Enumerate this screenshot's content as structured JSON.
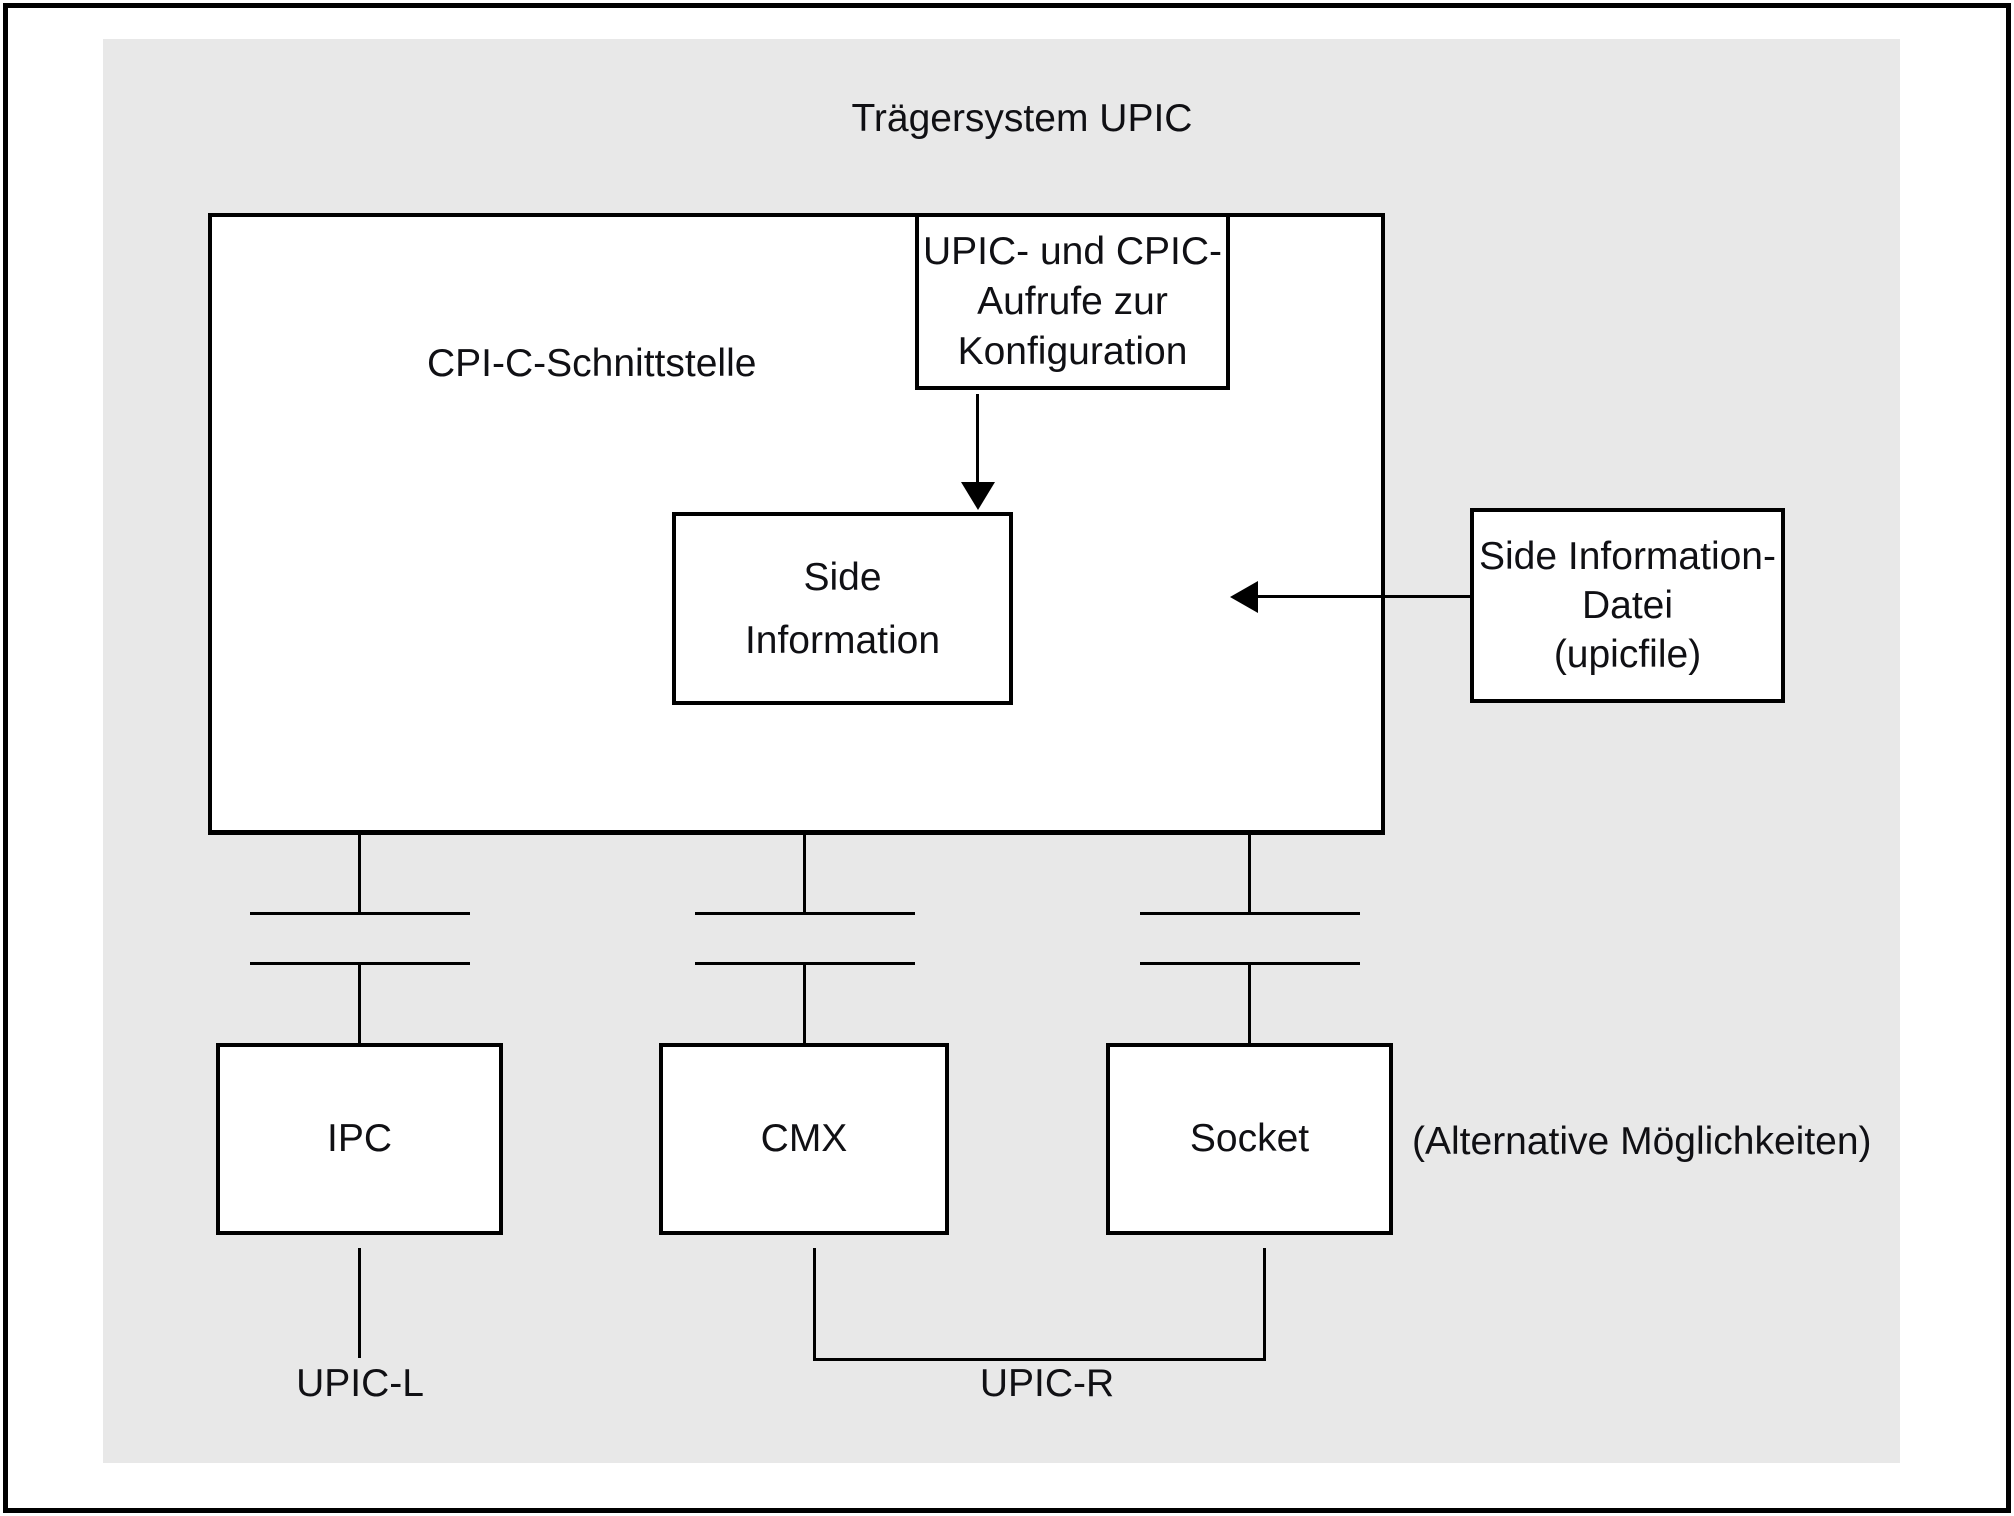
{
  "diagram": {
    "title": "Trägersystem UPIC",
    "carrier_box": {
      "label": "CPI-C-Schnittstelle"
    },
    "config_box": {
      "lines": [
        "UPIC- und CPIC-",
        "Aufrufe zur",
        "Konfiguration"
      ]
    },
    "side_info_box": {
      "lines": [
        "Side",
        "Information"
      ]
    },
    "side_info_file_box": {
      "lines": [
        "Side Information-",
        "Datei",
        "(upicfile)"
      ]
    },
    "transport_boxes": [
      {
        "label": "IPC"
      },
      {
        "label": "CMX"
      },
      {
        "label": "Socket"
      }
    ],
    "alternatives_note": "(Alternative Möglichkeiten)",
    "upic_l_label": "UPIC-L",
    "upic_r_label": "UPIC-R",
    "colors": {
      "panel_background": "#e8e8e8",
      "box_fill": "#ffffff",
      "line": "#000000",
      "text": "#101014"
    }
  }
}
